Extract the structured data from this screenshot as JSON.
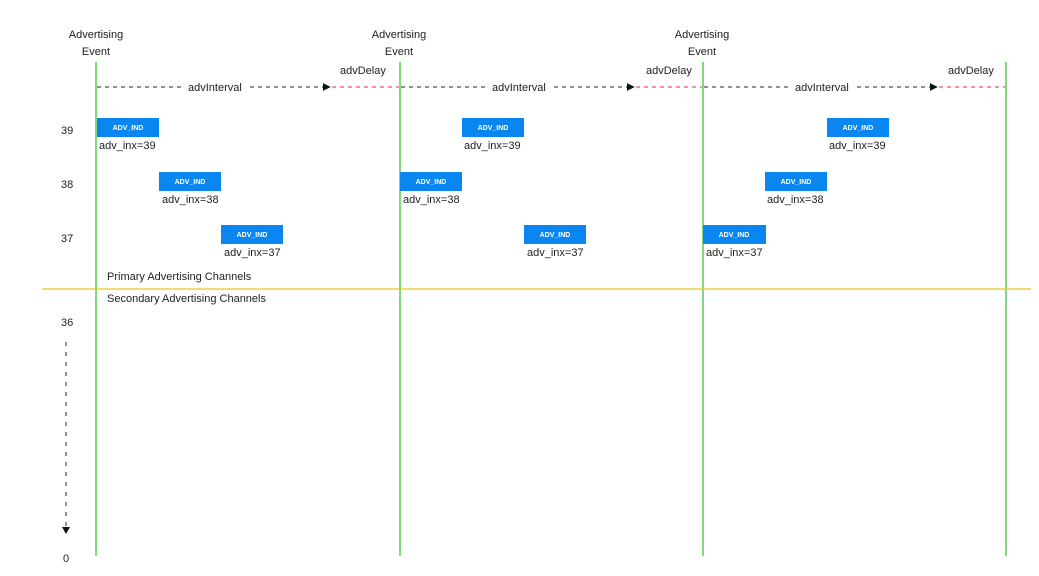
{
  "colors": {
    "event_line": "#3cc43c",
    "separator": "#f0c419",
    "pdu_fill": "#0a86f0",
    "pdu_text": "#ffffff",
    "delay_dash": "#e0302a",
    "interval_dash": "#222222",
    "text": "#222222"
  },
  "events": [
    {
      "line1": "Advertising",
      "line2": "Event"
    },
    {
      "line1": "Advertising",
      "line2": "Event"
    },
    {
      "line1": "Advertising",
      "line2": "Event"
    }
  ],
  "timing": {
    "interval_label": "advInterval",
    "delay_label": "advDelay"
  },
  "channels": {
    "primary": [
      "39",
      "38",
      "37"
    ],
    "secondary_top": "36",
    "secondary_bottom": "0"
  },
  "regions": {
    "primary_label": "Primary Advertising Channels",
    "secondary_label": "Secondary Advertising Channels"
  },
  "pdus": [
    {
      "label": "ADV_IND",
      "caption": "adv_inx=39"
    },
    {
      "label": "ADV_IND",
      "caption": "adv_inx=38"
    },
    {
      "label": "ADV_IND",
      "caption": "adv_inx=37"
    },
    {
      "label": "ADV_IND",
      "caption": "adv_inx=39"
    },
    {
      "label": "ADV_IND",
      "caption": "adv_inx=38"
    },
    {
      "label": "ADV_IND",
      "caption": "adv_inx=37"
    },
    {
      "label": "ADV_IND",
      "caption": "adv_inx=39"
    },
    {
      "label": "ADV_IND",
      "caption": "adv_inx=38"
    },
    {
      "label": "ADV_IND",
      "caption": "adv_inx=37"
    }
  ]
}
